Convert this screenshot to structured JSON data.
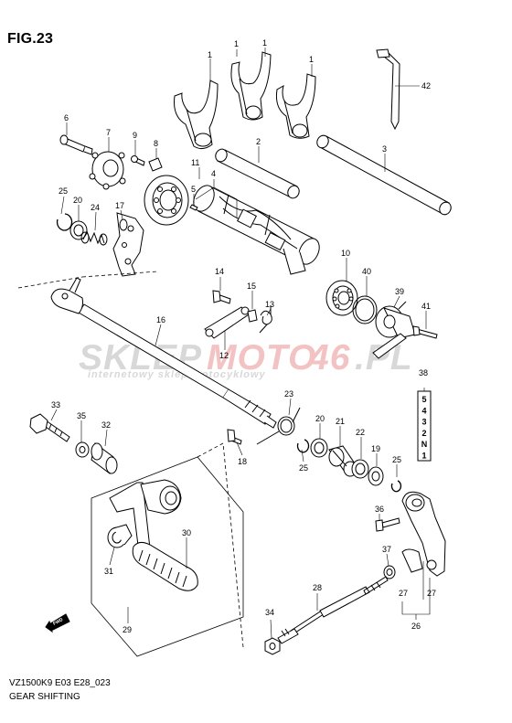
{
  "figure": {
    "title": "FIG.23",
    "model_code": "VZ1500K9 E03 E28_023",
    "section_title": "GEAR SHIFTING"
  },
  "watermark": {
    "brand_part1": "SKLEP",
    "brand_part2": "MOTO",
    "brand_part3": "46",
    "brand_part4": ".PL",
    "tagline": "internetowy sklep motocyklowy",
    "color_gray": "#d8d8d8",
    "color_red": "#f3c3c3"
  },
  "gear_positions": [
    "5",
    "4",
    "3",
    "2",
    "N",
    "1"
  ],
  "forward_marker": "FWD",
  "part_labels": {
    "p1a": "1",
    "p1b": "1",
    "p1c": "1",
    "p2": "2",
    "p3": "3",
    "p4": "4",
    "p5": "5",
    "p6": "6",
    "p7": "7",
    "p8": "8",
    "p9": "9",
    "p10": "10",
    "p11": "11",
    "p12": "12",
    "p13": "13",
    "p14": "14",
    "p15": "15",
    "p16": "16",
    "p17": "17",
    "p18": "18",
    "p19": "19",
    "p20a": "20",
    "p20b": "20",
    "p21": "21",
    "p22": "22",
    "p23": "23",
    "p24": "24",
    "p25a": "25",
    "p25b": "25",
    "p25c": "25",
    "p26": "26",
    "p27a": "27",
    "p27b": "27",
    "p28": "28",
    "p29": "29",
    "p30": "30",
    "p31": "31",
    "p32": "32",
    "p33": "33",
    "p34": "34",
    "p35": "35",
    "p36": "36",
    "p37": "37",
    "p38": "38",
    "p39": "39",
    "p40": "40",
    "p41": "41",
    "p42": "42"
  }
}
